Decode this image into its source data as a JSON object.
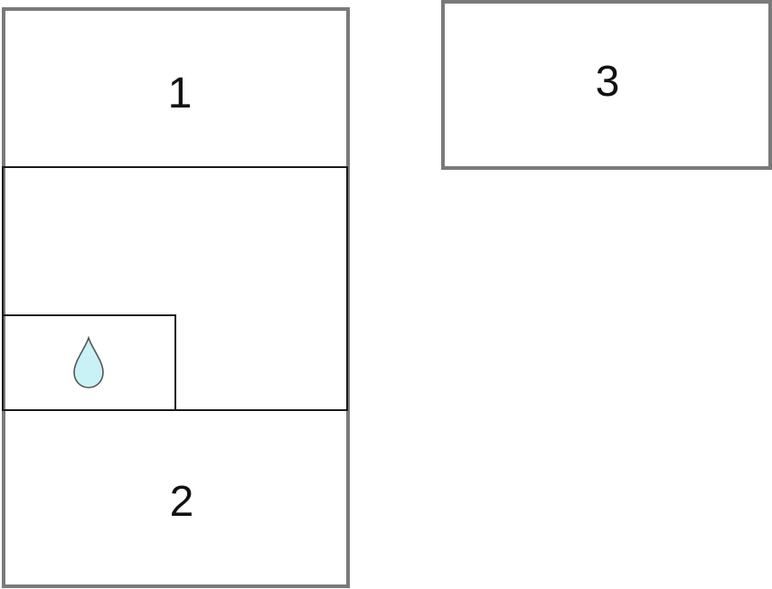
{
  "diagram": {
    "regions": [
      {
        "id": "region-1",
        "label": "1"
      },
      {
        "id": "region-2",
        "label": "2"
      },
      {
        "id": "region-3",
        "label": "3"
      }
    ],
    "icons": [
      {
        "name": "water-drop-icon",
        "fill": "#c8f2f6",
        "stroke": "#555555"
      }
    ]
  }
}
